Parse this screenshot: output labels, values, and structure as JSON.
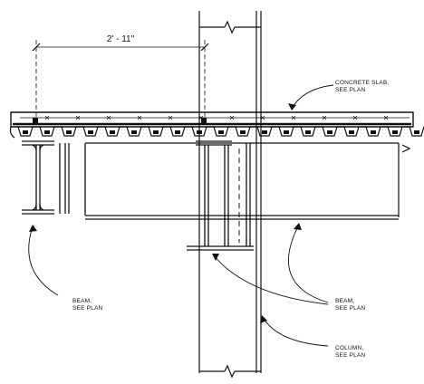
{
  "dimension": {
    "text": "2' - 11\""
  },
  "callouts": {
    "slab": {
      "line1": "CONCRETE SLAB,",
      "line2": "SEE PLAN"
    },
    "beam_left": {
      "line1": "BEAM,",
      "line2": "SEE PLAN"
    },
    "beam_right": {
      "line1": "BEAM,",
      "line2": "SEE PLAN"
    },
    "column": {
      "line1": "COLUMN,",
      "line2": "SEE PLAN"
    }
  },
  "colors": {
    "ink": "#111111",
    "background": "#ffffff"
  }
}
